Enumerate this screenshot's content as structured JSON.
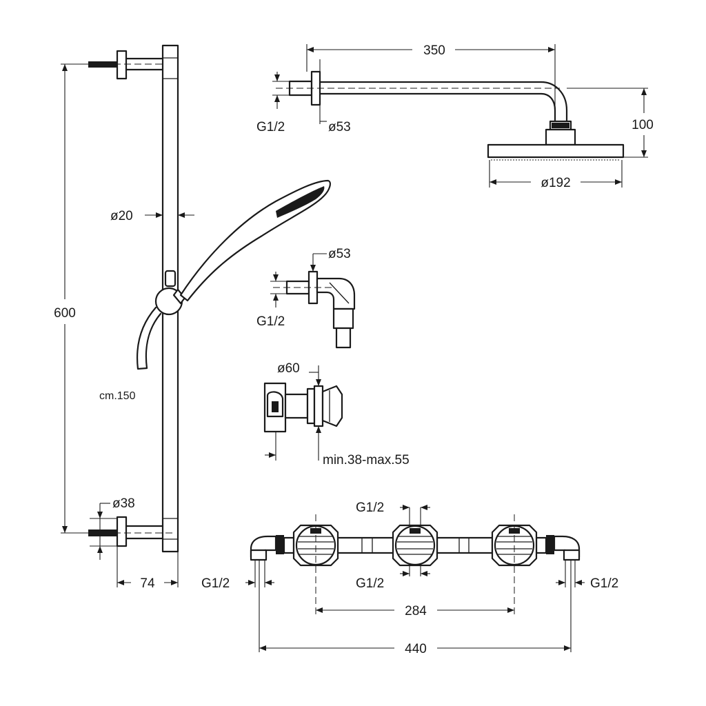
{
  "labels": {
    "arm_length": "350",
    "arm_thread": "G1/2",
    "arm_flange": "ø53",
    "head_drop": "100",
    "head_diameter": "ø192",
    "rail_diameter": "ø20",
    "rail_height": "600",
    "hose_length": "cm.150",
    "elbow_flange": "ø53",
    "elbow_thread": "G1/2",
    "diverter_diameter": "ø60",
    "wall_depth": "min.38-max.55",
    "bracket_diameter": "ø38",
    "bracket_offset": "74",
    "valve_thread_top": "G1/2",
    "valve_thread_left": "G1/2",
    "valve_thread_center": "G1/2",
    "valve_thread_right": "G1/2",
    "valve_spacing": "284",
    "valve_overall": "440"
  }
}
